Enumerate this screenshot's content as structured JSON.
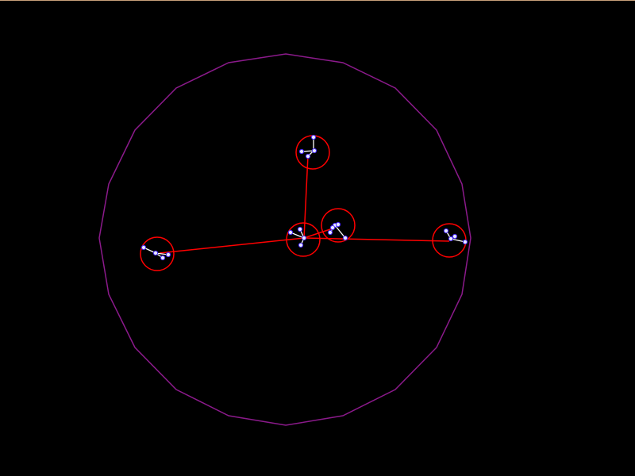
{
  "scene": {
    "background": "#000000",
    "colors": {
      "outer_boundary": "#8b1a8b",
      "cluster_circle": "#ff0000",
      "cluster_link": "#ff0000",
      "node_link": "#ffffff",
      "node_fill": "#e8e8ff",
      "node_stroke": "#4a2cff"
    },
    "shapes": {
      "outer_boundary": "polygon",
      "cluster": "circle",
      "node": "circle"
    }
  }
}
